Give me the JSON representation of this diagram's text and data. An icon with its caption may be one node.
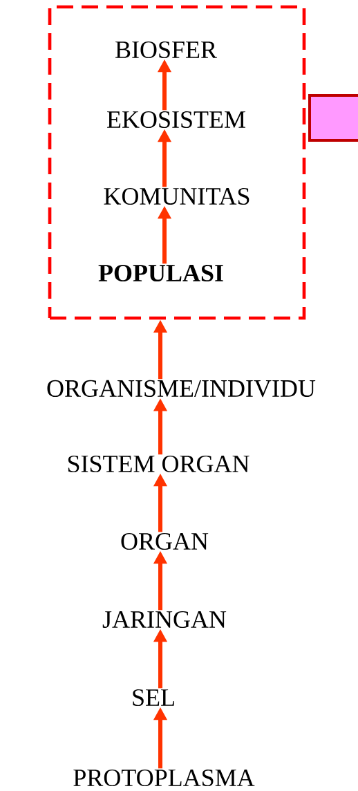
{
  "diagram": {
    "nodes": [
      {
        "text": [],
        "shape": "box"
      },
      {
        "text": [
          "BIOSFER"
        ],
        "in": 0
      },
      {
        "text": [
          "EKOSISTEM"
        ],
        "in": 0
      },
      {
        "text": [
          "KOMUNITAS"
        ],
        "in": 0
      },
      {
        "text": [
          "POPULASI"
        ],
        "in": 0
      },
      {
        "text": [
          "ORGANISME/INDIVIDU"
        ]
      },
      {
        "text": [
          "SISTEM ORGAN"
        ]
      },
      {
        "text": [
          "ORGAN"
        ]
      },
      {
        "text": [
          "JARINGAN"
        ]
      },
      {
        "text": [
          "SEL"
        ]
      },
      {
        "text": [
          "PROTOPLASMA"
        ]
      },
      {
        "text": [],
        "shape": "box"
      }
    ],
    "edges": [
      {
        "from": 10,
        "to": 9,
        "arrow": "to"
      },
      {
        "from": 9,
        "to": 8,
        "arrow": "to"
      },
      {
        "from": 8,
        "to": 7,
        "arrow": "to"
      },
      {
        "from": 7,
        "to": 6,
        "arrow": "to"
      },
      {
        "from": 6,
        "to": 5,
        "arrow": "to"
      },
      {
        "from": 5,
        "to": 0,
        "arrow": "to"
      },
      {
        "from": 4,
        "to": 3,
        "arrow": "to"
      },
      {
        "from": 3,
        "to": 2,
        "arrow": "to"
      },
      {
        "from": 2,
        "to": 1,
        "arrow": "to"
      }
    ]
  }
}
